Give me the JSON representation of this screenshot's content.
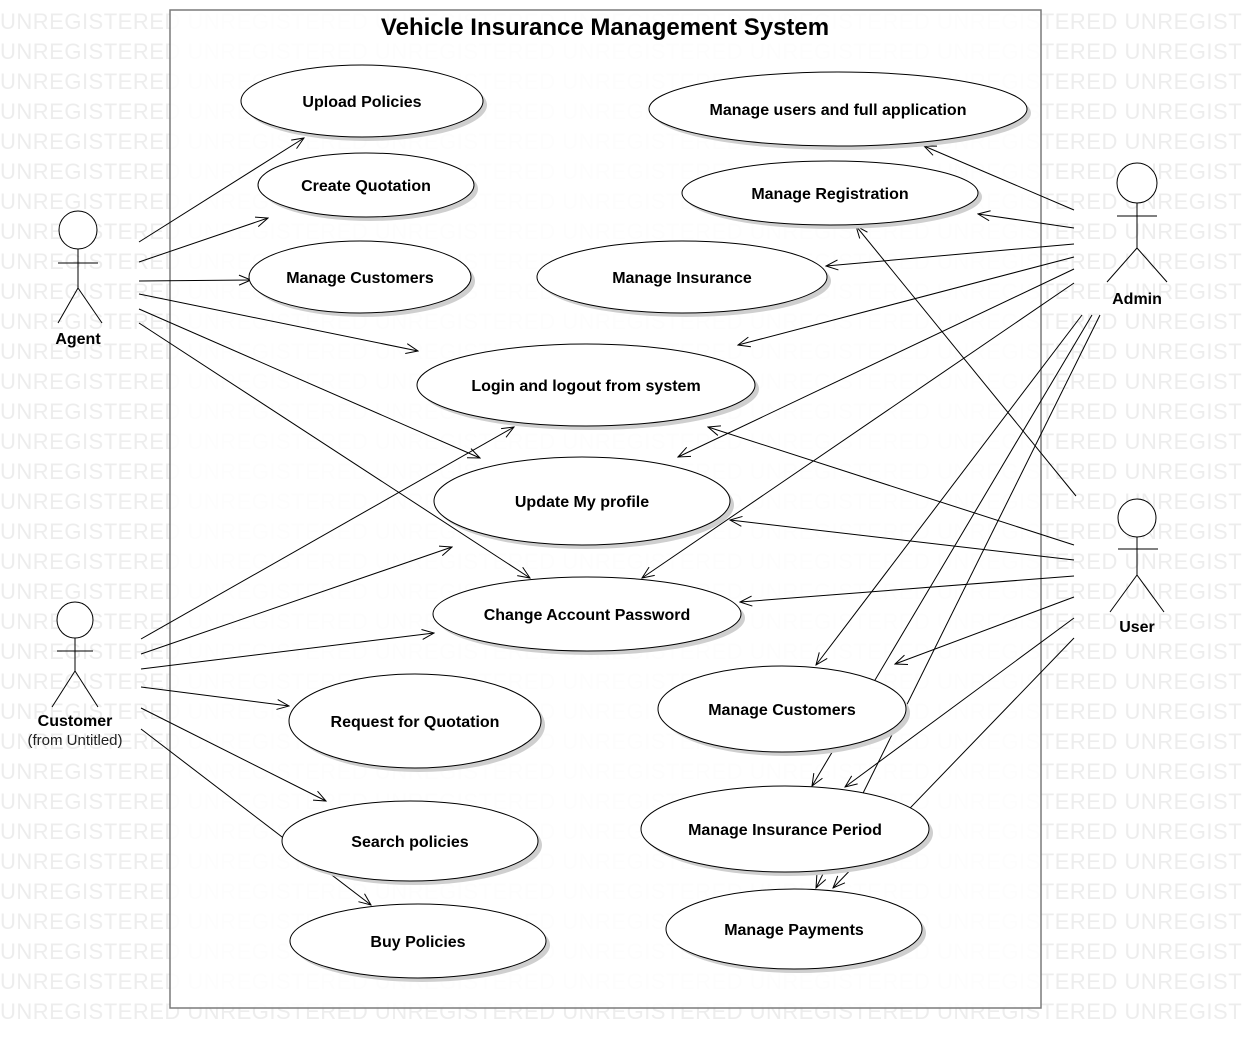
{
  "watermark": "UNREGISTERED UNREGISTERED UNREGISTERED UNREGISTERED UNREGISTERED UNREGISTERED UNREGISTERED",
  "system": {
    "title": "Vehicle Insurance Management System"
  },
  "actors": [
    {
      "id": "agent",
      "name": "Agent"
    },
    {
      "id": "admin",
      "name": "Admin"
    },
    {
      "id": "user",
      "name": "User"
    },
    {
      "id": "customer",
      "name": "Customer",
      "subtitle": "(from Untitled)"
    }
  ],
  "use_cases": [
    {
      "id": "upload_policies",
      "label": "Upload Policies"
    },
    {
      "id": "manage_users_full_app",
      "label": "Manage users and full application"
    },
    {
      "id": "create_quotation",
      "label": "Create Quotation"
    },
    {
      "id": "manage_registration",
      "label": "Manage Registration"
    },
    {
      "id": "manage_customers_agent",
      "label": "Manage Customers"
    },
    {
      "id": "manage_insurance",
      "label": "Manage Insurance"
    },
    {
      "id": "login_logout",
      "label": "Login and logout from system"
    },
    {
      "id": "update_profile",
      "label": "Update My profile"
    },
    {
      "id": "change_password",
      "label": "Change Account Password"
    },
    {
      "id": "request_quotation",
      "label": "Request for Quotation"
    },
    {
      "id": "manage_customers_admin",
      "label": "Manage Customers"
    },
    {
      "id": "search_policies",
      "label": "Search policies"
    },
    {
      "id": "manage_insurance_period",
      "label": "Manage Insurance Period"
    },
    {
      "id": "buy_policies",
      "label": "Buy Policies"
    },
    {
      "id": "manage_payments",
      "label": "Manage Payments"
    }
  ],
  "associations": [
    {
      "from": "agent",
      "to": "upload_policies"
    },
    {
      "from": "agent",
      "to": "create_quotation"
    },
    {
      "from": "agent",
      "to": "manage_customers_agent"
    },
    {
      "from": "agent",
      "to": "login_logout"
    },
    {
      "from": "agent",
      "to": "update_profile"
    },
    {
      "from": "agent",
      "to": "change_password"
    },
    {
      "from": "admin",
      "to": "manage_users_full_app"
    },
    {
      "from": "admin",
      "to": "manage_registration"
    },
    {
      "from": "admin",
      "to": "manage_insurance"
    },
    {
      "from": "admin",
      "to": "login_logout"
    },
    {
      "from": "admin",
      "to": "update_profile"
    },
    {
      "from": "admin",
      "to": "change_password"
    },
    {
      "from": "admin",
      "to": "manage_customers_admin"
    },
    {
      "from": "admin",
      "to": "manage_insurance_period"
    },
    {
      "from": "admin",
      "to": "manage_payments"
    },
    {
      "from": "user",
      "to": "manage_registration"
    },
    {
      "from": "user",
      "to": "login_logout"
    },
    {
      "from": "user",
      "to": "update_profile"
    },
    {
      "from": "user",
      "to": "change_password"
    },
    {
      "from": "user",
      "to": "manage_customers_admin"
    },
    {
      "from": "user",
      "to": "manage_insurance_period"
    },
    {
      "from": "user",
      "to": "manage_payments"
    },
    {
      "from": "customer",
      "to": "login_logout"
    },
    {
      "from": "customer",
      "to": "update_profile"
    },
    {
      "from": "customer",
      "to": "change_password"
    },
    {
      "from": "customer",
      "to": "request_quotation"
    },
    {
      "from": "customer",
      "to": "search_policies"
    },
    {
      "from": "customer",
      "to": "buy_policies"
    }
  ]
}
